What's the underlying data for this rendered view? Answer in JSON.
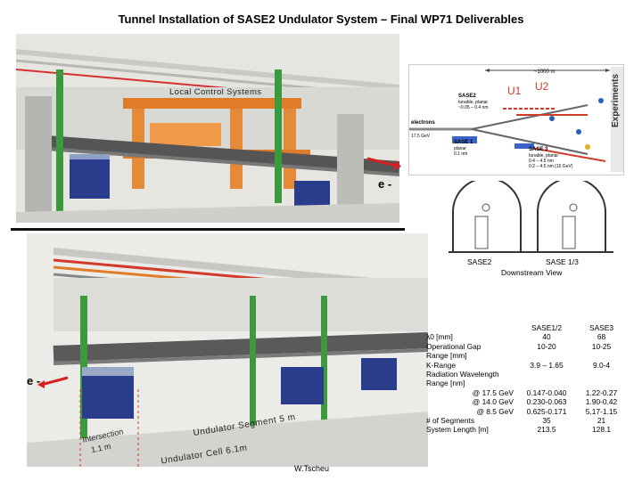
{
  "title": "Tunnel Installation of SASE2 Undulator System – Final WP71 Deliverables",
  "top_photo": {
    "label_local_control": "Local Control Systems",
    "electron_label": "e -"
  },
  "schematic": {
    "distance": "~1000 m",
    "u1": "U1",
    "u2": "U2",
    "experiments": "Experiments",
    "sase2_label": "SASE2",
    "sase2_sub1": "tunable, planar",
    "sase2_sub2": "~0.05 – 0.4 nm",
    "electrons_label": "electrons",
    "electrons_energy": "17.5 GeV",
    "sase1_label": "SASE 1",
    "sase1_sub1": "planar",
    "sase1_sub2": "0.1 nm",
    "sase3_label": "SASE 3",
    "sase3_sub1": "tunable, planar",
    "sase3_sub2": "0.4 – 4.5 nm",
    "sase3_sub3": "0.2 – 4.5 nm (10 GeV)"
  },
  "tunnel": {
    "label_sase2": "SASE2",
    "label_sase13": "SASE 1/3",
    "label_view": "Downstream View"
  },
  "bottom_photo": {
    "electron_label": "e -",
    "intersection_line1": "Intersection",
    "intersection_line2": "1.1 m",
    "segment_label": "Undulator Segment 5 m",
    "cell_label": "Undulator Cell 6.1m",
    "author": "W.Tscheu"
  },
  "table": {
    "header": [
      "",
      "SASE1/2",
      "SASE3"
    ],
    "rows": [
      [
        "λ0 [mm]",
        "40",
        "68"
      ],
      [
        "Operational Gap",
        "10-20",
        "10-25"
      ],
      [
        "Range [mm]",
        "",
        ""
      ],
      [
        "K-Range",
        "3.9 – 1.65",
        "9.0-4"
      ],
      [
        "Radiation Wavelength",
        "",
        ""
      ],
      [
        "Range [nm]",
        "",
        ""
      ],
      [
        "@ 17.5 GeV",
        "0.147-0.040",
        "1.22-0.27"
      ],
      [
        "@ 14.0 GeV",
        "0.230-0.063",
        "1.90-0.42"
      ],
      [
        "@ 8.5 GeV",
        "0.625-0.171",
        "5.17-1.15"
      ],
      [
        "# of Segments",
        "35",
        "21"
      ],
      [
        "System Length [m]",
        "213.5",
        "128.1"
      ]
    ]
  },
  "colors": {
    "frame_orange": "#e07b2a",
    "pole_green": "#3b9a3b",
    "module_blue": "#2a3c8c",
    "beam_red": "#d43a2a"
  }
}
